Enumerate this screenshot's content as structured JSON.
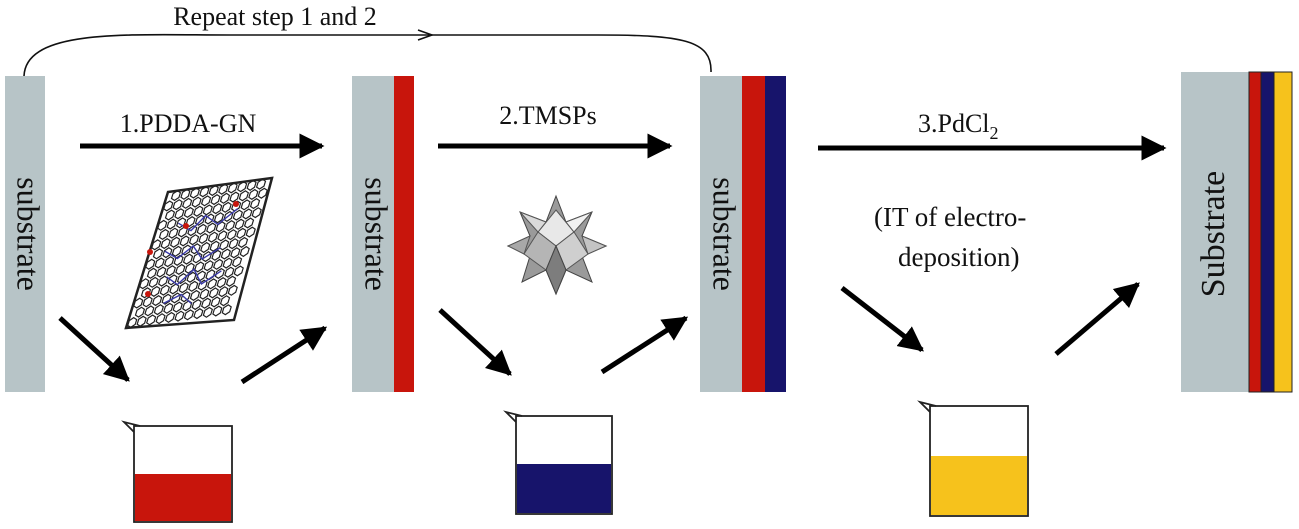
{
  "repeat_label": "Repeat step 1 and 2",
  "steps": {
    "step1": "1.PDDA-GN",
    "step2": "2.TMSPs",
    "step3_main": "3.PdCl",
    "step3_sub": "2",
    "step3_note_line1": "(IT of electro-",
    "step3_note_line2": "deposition)"
  },
  "substrates": {
    "s1": "substrate",
    "s2": "substrate",
    "s3": "substrate",
    "s4": "Substrate"
  },
  "colors": {
    "substrate": "#b7c4c7",
    "red_layer": "#c8150c",
    "blue_layer": "#17146b",
    "yellow_layer": "#f6c21c",
    "arrow": "#000000"
  },
  "icons": {
    "graphene": "graphene-sheet-icon",
    "polyoxometalate": "polyoxometalate-cluster-icon",
    "beaker": "beaker-icon"
  }
}
